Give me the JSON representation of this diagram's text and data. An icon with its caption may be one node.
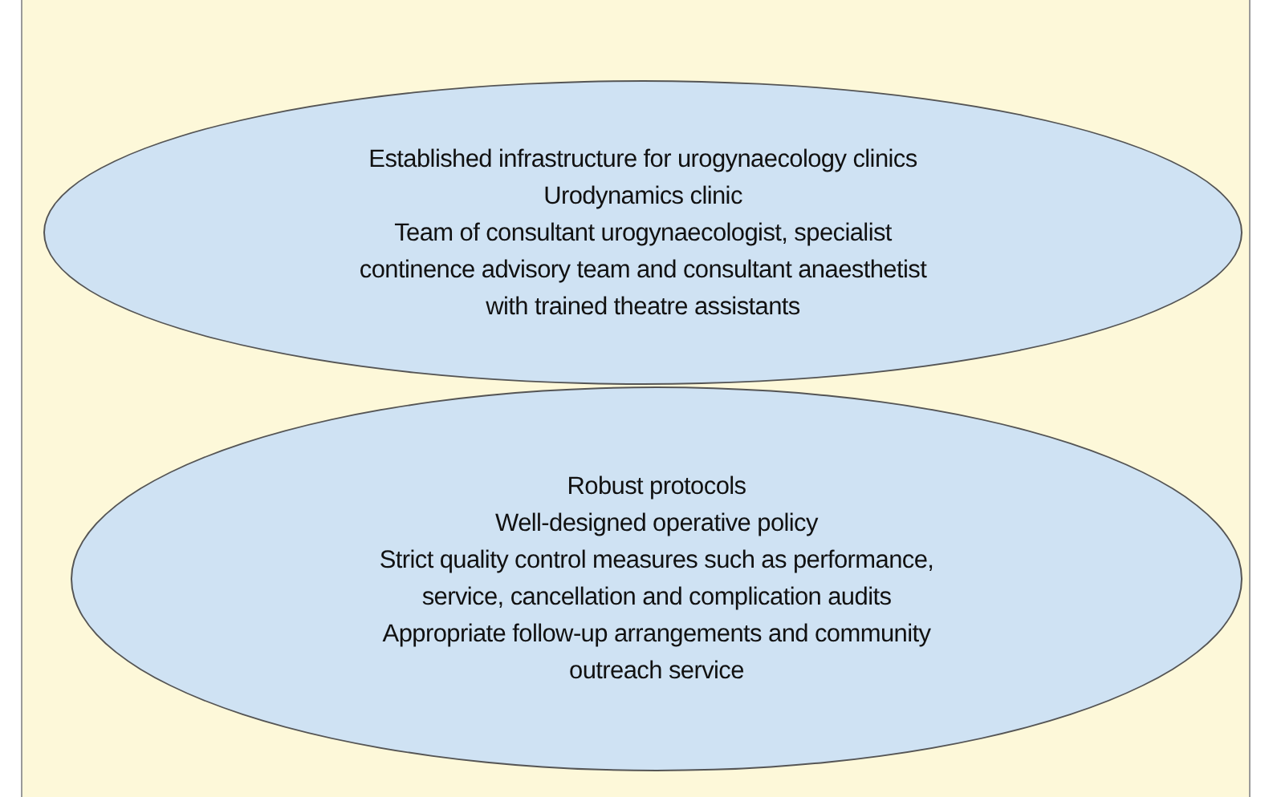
{
  "diagram": {
    "nodes": [
      {
        "text": [
          "Established infrastructure for urogynaecology clinics",
          "Urodynamics clinic",
          "Team of consultant urogynaecologist, specialist continence advisory team and consultant anaesthetist with trained theatre assistants"
        ]
      },
      {
        "text": [
          "Robust protocols",
          "Well-designed operative policy",
          "Strict quality control measures such as performance, service, cancellation and complication audits",
          "Appropriate follow-up arrangements and community outreach service"
        ]
      }
    ]
  }
}
